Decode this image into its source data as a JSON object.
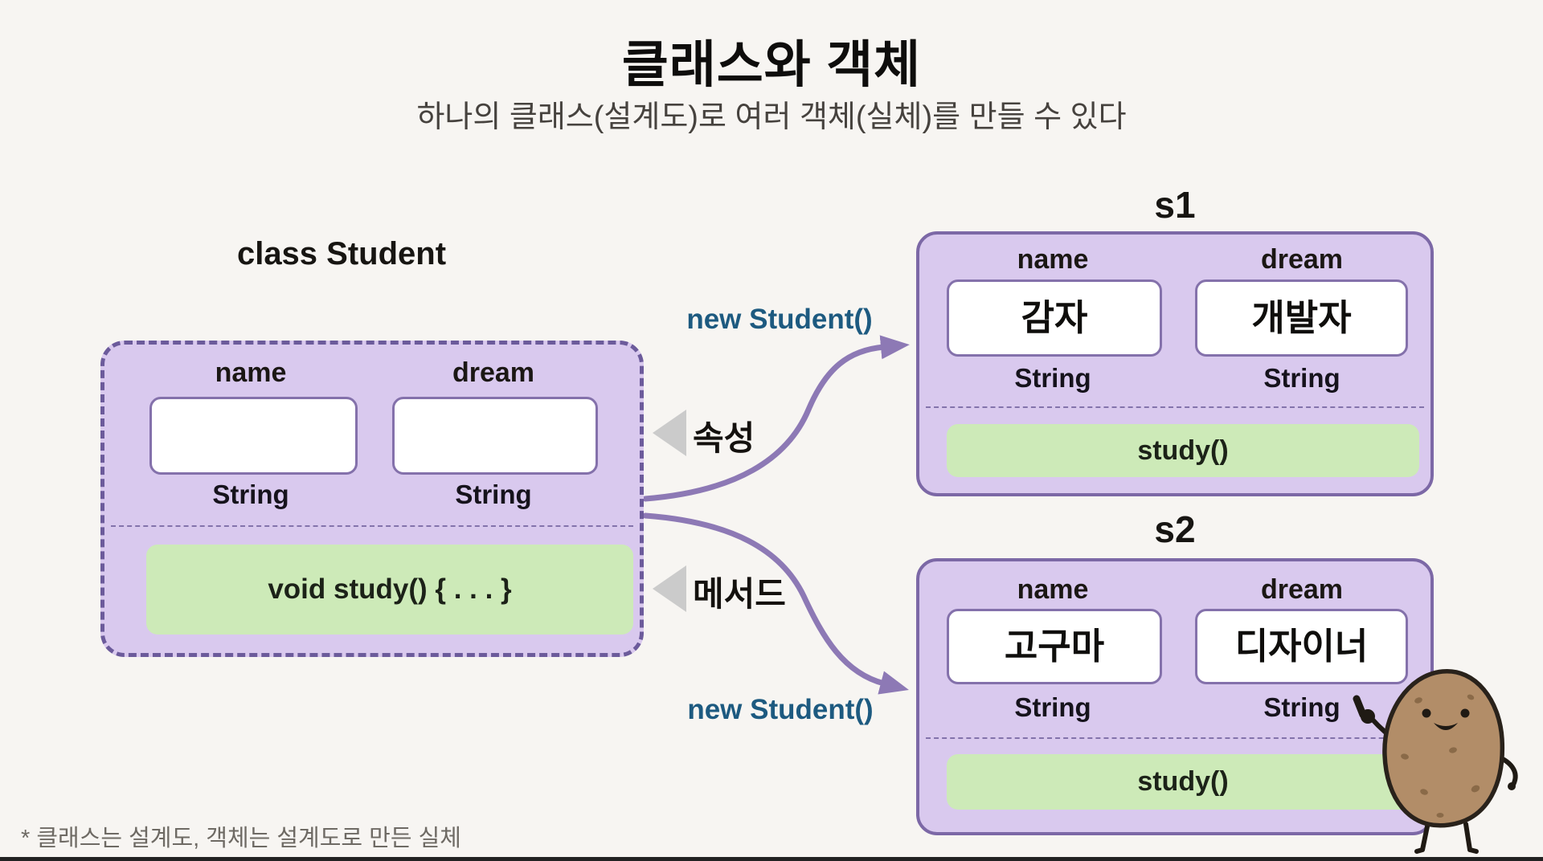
{
  "title": "클래스와 객체",
  "subtitle": "하나의 클래스(설계도)로 여러 객체(실체)를 만들 수 있다",
  "footnote": "* 클래스는 설계도, 객체는 설계도로 만든 실체",
  "class_box": {
    "title": "class Student",
    "fields": [
      {
        "label": "name",
        "type": "String",
        "value": ""
      },
      {
        "label": "dream",
        "type": "String",
        "value": ""
      }
    ],
    "method": "void study() { . . . }"
  },
  "annotations": {
    "attribute_label": "속성",
    "method_label": "메서드",
    "new_call_top": "new Student()",
    "new_call_bottom": "new Student()"
  },
  "objects": [
    {
      "name": "s1",
      "fields": [
        {
          "label": "name",
          "value": "감자",
          "type": "String"
        },
        {
          "label": "dream",
          "value": "개발자",
          "type": "String"
        }
      ],
      "method": "study()"
    },
    {
      "name": "s2",
      "fields": [
        {
          "label": "name",
          "value": "고구마",
          "type": "String"
        },
        {
          "label": "dream",
          "value": "디자이너",
          "type": "String"
        }
      ],
      "method": "study()"
    }
  ],
  "mascot": {
    "name": "potato-mascot"
  },
  "colors": {
    "background": "#f7f5f2",
    "box_fill": "#d9c9ee",
    "box_border": "#7c68a6",
    "dashed_border": "#6c5b9b",
    "method_fill": "#cdeab8",
    "arrow": "#8d79b5",
    "new_call_text": "#1d5a80",
    "pointer_gray": "#cbcbcb",
    "potato_body": "#b28d68"
  }
}
